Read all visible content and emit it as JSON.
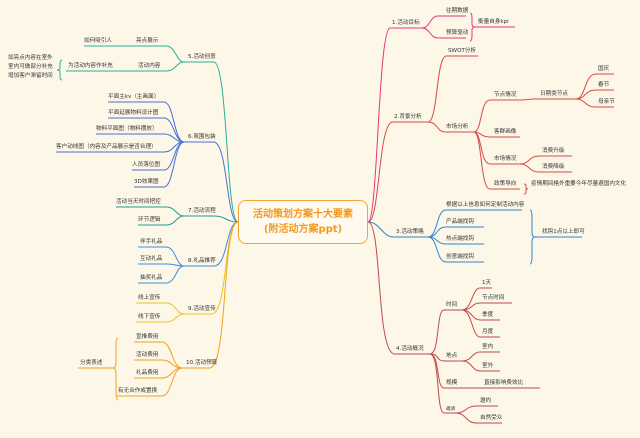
{
  "center": {
    "line1": "活动策划方案十大要素",
    "line2": "(附活动方案ppt)"
  },
  "b1": {
    "title": "1.活动目标",
    "sub1": "往期数据",
    "sub2": "预算驱动",
    "note": "衡量自身kpi"
  },
  "b2": {
    "title": "2.背景分析",
    "swot": "SWOT分析",
    "market": "市场分析",
    "node_days": "节点情况",
    "holidays_label": "日期类节点",
    "holidays": [
      "国庆",
      "春节",
      "母亲节"
    ],
    "customer": "客群画像",
    "mkt_state": "市场情况",
    "upgrade": "消费升级",
    "downgrade": "消费降级",
    "policy": "政策导向",
    "policy_note": "疫情期间格外重要今年尽量避国内文化"
  },
  "b3": {
    "title": "3.活动策略",
    "items": [
      "根据以上信息如何定制活动内容",
      "产品端找钩",
      "热点端找钩",
      "创意端找钩"
    ],
    "note": "找钩1点以上即可"
  },
  "b4": {
    "title": "4.活动概况",
    "time": "时间",
    "time_items": [
      "1天",
      "节点时间",
      "季度",
      "月度"
    ],
    "place": "地点",
    "place_items": [
      "室内",
      "室外"
    ],
    "scale": "规模",
    "scale_note": "直接影响费效比",
    "invite": "邀请",
    "invite_items": [
      "邀约",
      "自然受众"
    ]
  },
  "b5": {
    "title": "5.活动创意",
    "highlight": "亮点展示",
    "attract": "如何吸引人",
    "content": "活动内容",
    "content_note": "为活动内容作补充",
    "ext": [
      "如亮点内容在室外",
      "室内可做部分补充",
      "增加客户滞留时间"
    ]
  },
  "b6": {
    "title": "6.氛围包装",
    "items": [
      "平面主kv（主画面）",
      "平面延展物料设计图",
      "物料平面图（物料摆放）",
      "客户动线图（内容及产品展示是否合理）",
      "人员落位图",
      "3D效果图"
    ]
  },
  "b7": {
    "title": "7.活动流程",
    "items": [
      "活动当天时间把控",
      "环节逻辑"
    ]
  },
  "b8": {
    "title": "8.礼品推荐",
    "items": [
      "伴手礼品",
      "互动礼品",
      "抽奖礼品"
    ]
  },
  "b9": {
    "title": "9.活动宣传",
    "items": [
      "线上宣传",
      "线下宣传"
    ]
  },
  "b10": {
    "title": "10.活动预算",
    "items": [
      "宣推费用",
      "活动费用",
      "礼品费用",
      "有无合作或置换"
    ],
    "note": "分类表述"
  },
  "colors": {
    "b1": "#e8357c",
    "b2": "#d94848",
    "b3": "#2c86d0",
    "b4": "#c04a50",
    "b5": "#27b19b",
    "b6": "#4b6ed6",
    "b7": "#1e9c9c",
    "b8": "#3a8ee0",
    "b9": "#f0c220",
    "b10": "#f0a020",
    "center": "#f29a1e"
  }
}
